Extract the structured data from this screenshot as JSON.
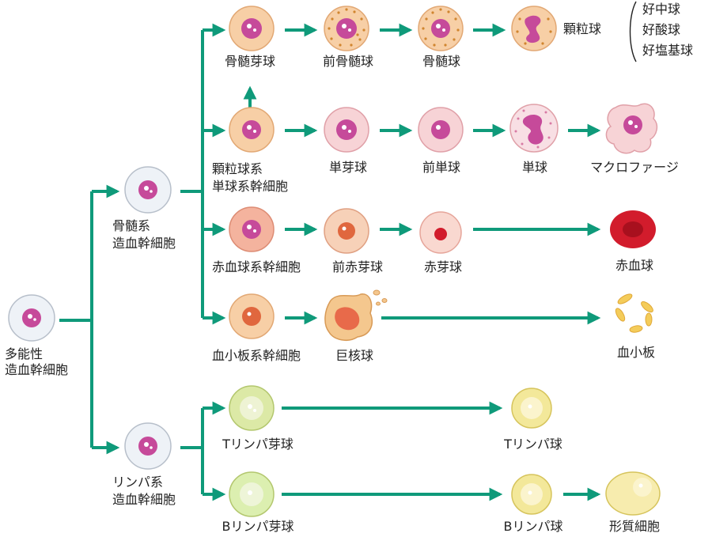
{
  "colors": {
    "arrow": "#0f9a7a",
    "myeloid_cell": "#f7cfa6",
    "erythroid_cell": "#f4b39e",
    "lymphoid_t": "#dce9a6",
    "lymphoid_b": "#dcefb0",
    "mature_lymph": "#f3e89a",
    "stem_cell": "#eef2f7",
    "nucleus": "#c64a9a",
    "erythrocyte": "#d21c2c"
  },
  "labels": {
    "pluripotent_1": "多能性",
    "pluripotent_2": "造血幹細胞",
    "myeloid_stem_1": "骨髄系",
    "myeloid_stem_2": "造血幹細胞",
    "lymphoid_stem_1": "リンパ系",
    "lymphoid_stem_2": "造血幹細胞",
    "myeloblast": "骨髄芽球",
    "promyelocyte": "前骨髄球",
    "myelocyte": "骨髄球",
    "granulocyte": "顆粒球",
    "neutrophil": "好中球",
    "eosinophil": "好酸球",
    "basophil": "好塩基球",
    "gm_stem_1": "顆粒球系",
    "gm_stem_2": "単球系幹細胞",
    "monoblast": "単芽球",
    "promonocyte": "前単球",
    "monocyte": "単球",
    "macrophage": "マクロファージ",
    "erythroid_stem": "赤血球系幹細胞",
    "proerythroblast": "前赤芽球",
    "erythroblast": "赤芽球",
    "erythrocyte": "赤血球",
    "megakaryocytic_stem": "血小板系幹細胞",
    "megakaryocyte": "巨核球",
    "platelet": "血小板",
    "t_lymphoblast": "Tリンパ芽球",
    "t_lymphocyte": "Tリンパ球",
    "b_lymphoblast": "Bリンパ芽球",
    "b_lymphocyte": "Bリンパ球",
    "plasma_cell": "形質細胞"
  }
}
